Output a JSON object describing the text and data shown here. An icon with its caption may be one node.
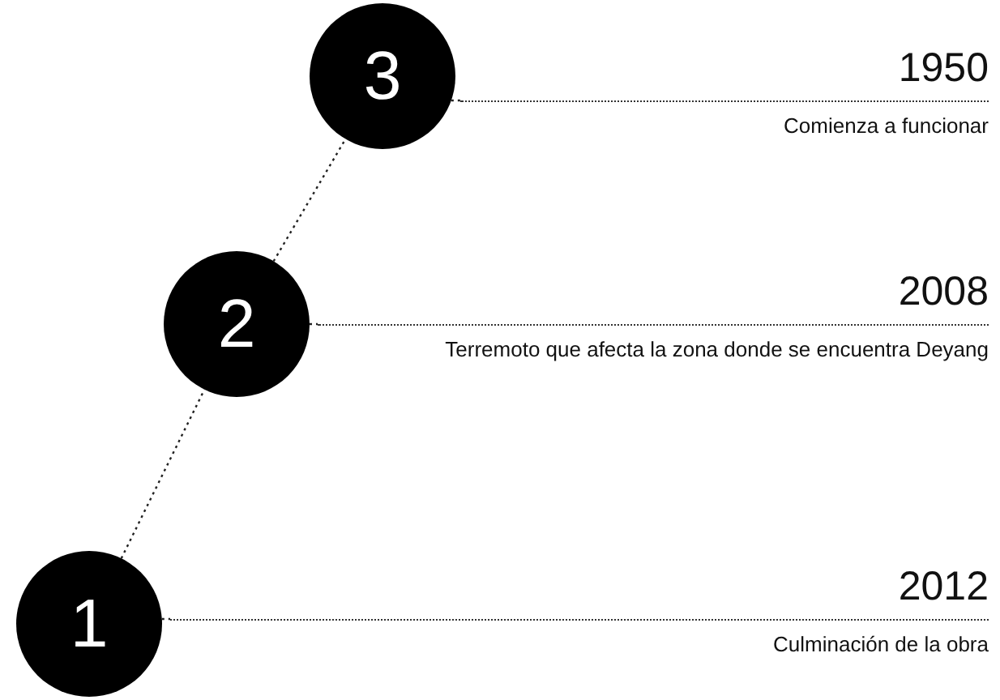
{
  "diagram": {
    "nodes": [
      {
        "text": [
          "3"
        ]
      },
      {
        "text": [
          "1950",
          "Comienza a funcionar"
        ]
      },
      {
        "text": [
          "2"
        ]
      },
      {
        "text": [
          "2008",
          "Terremoto que afecta la zona donde se encuentra Deyang"
        ]
      },
      {
        "text": [
          "1"
        ]
      },
      {
        "text": [
          "2012",
          "Culminación de la obra"
        ]
      }
    ],
    "edges": [
      {
        "from": 0,
        "to": 1,
        "arrow": "none",
        "style": "dashed"
      },
      {
        "from": 2,
        "to": 3,
        "arrow": "none",
        "style": "dashed"
      },
      {
        "from": 4,
        "to": 5,
        "arrow": "none",
        "style": "dashed"
      },
      {
        "from": 4,
        "to": 2,
        "arrow": "none",
        "style": "dashed"
      },
      {
        "from": 2,
        "to": 0,
        "arrow": "none",
        "style": "dashed"
      }
    ]
  }
}
